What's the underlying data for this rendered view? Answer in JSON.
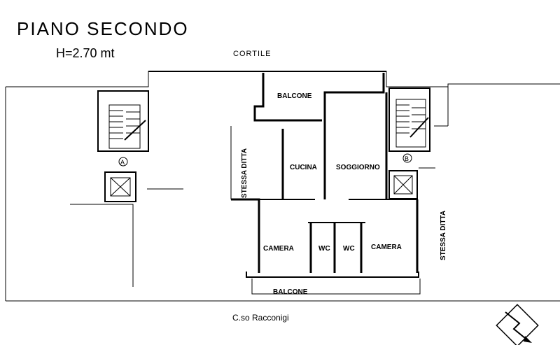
{
  "header": {
    "title": "PIANO SECONDO",
    "height_note": "H=2.70 mt"
  },
  "labels": {
    "courtyard": "CORTILE",
    "street": "C.so Racconigi",
    "stairs_a": "A",
    "stairs_b": "B",
    "neighbor_left": "STESSA DITTA",
    "neighbor_right": "STESSA DITTA"
  },
  "rooms": {
    "balcone_top": "BALCONE",
    "cucina": "CUCINA",
    "soggiorno": "SOGGIORNO",
    "camera_left": "CAMERA",
    "wc_left": "WC",
    "wc_right": "WC",
    "camera_right": "CAMERA",
    "balcone_bottom": "BALCONE"
  },
  "colors": {
    "ink": "#000000",
    "paper": "#ffffff"
  },
  "icons": {
    "north_arrow": "north-arrow-icon",
    "elevator": "elevator-icon",
    "stairs": "stairs-icon"
  }
}
